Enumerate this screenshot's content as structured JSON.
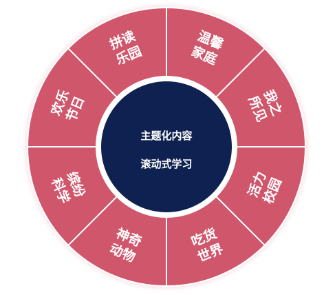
{
  "diagram": {
    "center": {
      "line1": "主题化内容",
      "line2": "滚动式学习"
    },
    "segments": [
      {
        "line1": "温馨",
        "line2": "家庭"
      },
      {
        "line1": "我之",
        "line2": "所见"
      },
      {
        "line1": "活力",
        "line2": "校园"
      },
      {
        "line1": "吃货",
        "line2": "世界"
      },
      {
        "line1": "神奇",
        "line2": "动物"
      },
      {
        "line1": "缤纷",
        "line2": "科学"
      },
      {
        "line1": "欢乐",
        "line2": "节日"
      },
      {
        "line1": "拼读",
        "line2": "乐园"
      }
    ],
    "colors": {
      "segment_fill": "#d0566b",
      "segment_border": "#ffffff",
      "center_fill": "#0f2150",
      "ring_fill": "#ffffff"
    }
  }
}
